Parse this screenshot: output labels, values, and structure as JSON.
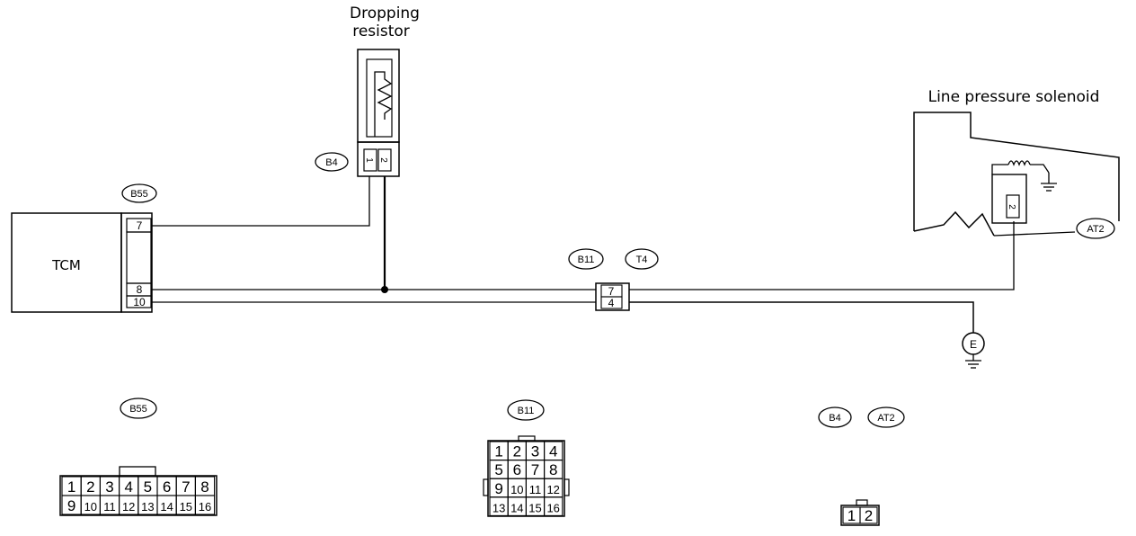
{
  "components": {
    "tcm_label": "TCM",
    "resistor_title_line1": "Dropping",
    "resistor_title_line2": "resistor",
    "solenoid_title": "Line pressure solenoid"
  },
  "connector_tags": {
    "b55_top": "B55",
    "b4_top": "B4",
    "b11_top": "B11",
    "t4_top": "T4",
    "at2_top": "AT2",
    "b55_bottom": "B55",
    "b11_bottom": "B11",
    "b4_bottom": "B4",
    "at2_bottom": "AT2"
  },
  "tcm_pins": {
    "p7": "7",
    "p8": "8",
    "p10": "10"
  },
  "resistor_pins": {
    "p1": "1",
    "p2": "2"
  },
  "joint_pins": {
    "p7": "7",
    "p4": "4"
  },
  "solenoid_pin": "2",
  "ground_label": "E",
  "b55_pinout": [
    [
      "1",
      "2",
      "3",
      "4",
      "5",
      "6",
      "7",
      "8"
    ],
    [
      "9",
      "10",
      "11",
      "12",
      "13",
      "14",
      "15",
      "16"
    ]
  ],
  "b11_pinout": [
    [
      "1",
      "2",
      "3",
      "4"
    ],
    [
      "5",
      "6",
      "7",
      "8"
    ],
    [
      "9",
      "10",
      "11",
      "12"
    ],
    [
      "13",
      "14",
      "15",
      "16"
    ]
  ],
  "b4_at2_pinout": [
    "1",
    "2"
  ]
}
